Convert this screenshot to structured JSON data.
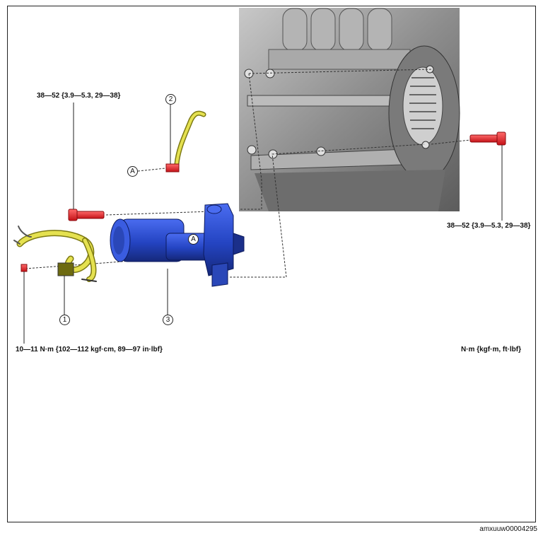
{
  "torque_labels": {
    "bolt_left": "38—52 {3.9—5.3, 29—38}",
    "bolt_right": "38—52 {3.9—5.3, 29—38}",
    "nut_terminal": "10—11 N·m {102—112 kgf·cm, 89—97 in·lbf}",
    "units": "N·m {kgf·m, ft·lbf}"
  },
  "callouts": {
    "one": "1",
    "two": "2",
    "three": "3",
    "a_harness": "A",
    "a_starter": "A"
  },
  "figure_id": "amxuuw00004295",
  "colors": {
    "starter_body": "#2546c8",
    "bolt": "#e8262b",
    "harness": "#d8d64a",
    "engine_gray": "#9a9a9a"
  }
}
